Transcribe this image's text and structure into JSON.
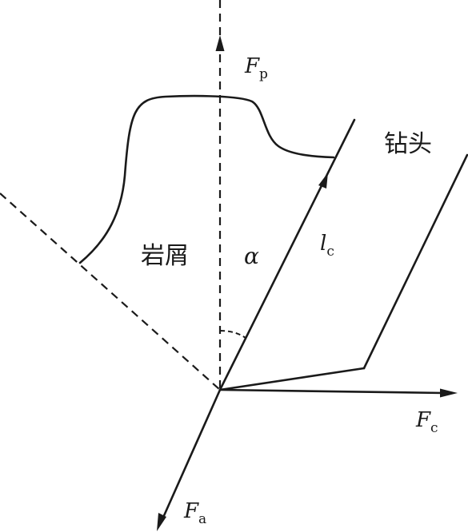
{
  "labels": {
    "fp": {
      "main": "F",
      "sub": "p"
    },
    "fc": {
      "main": "F",
      "sub": "c"
    },
    "fa": {
      "main": "F",
      "sub": "a"
    },
    "lc": {
      "main": "l",
      "sub": "c"
    },
    "alpha": "α",
    "chip": "岩屑",
    "bit": "钻头"
  },
  "colors": {
    "ink": "#1a1a1a",
    "background": "#ffffff"
  }
}
